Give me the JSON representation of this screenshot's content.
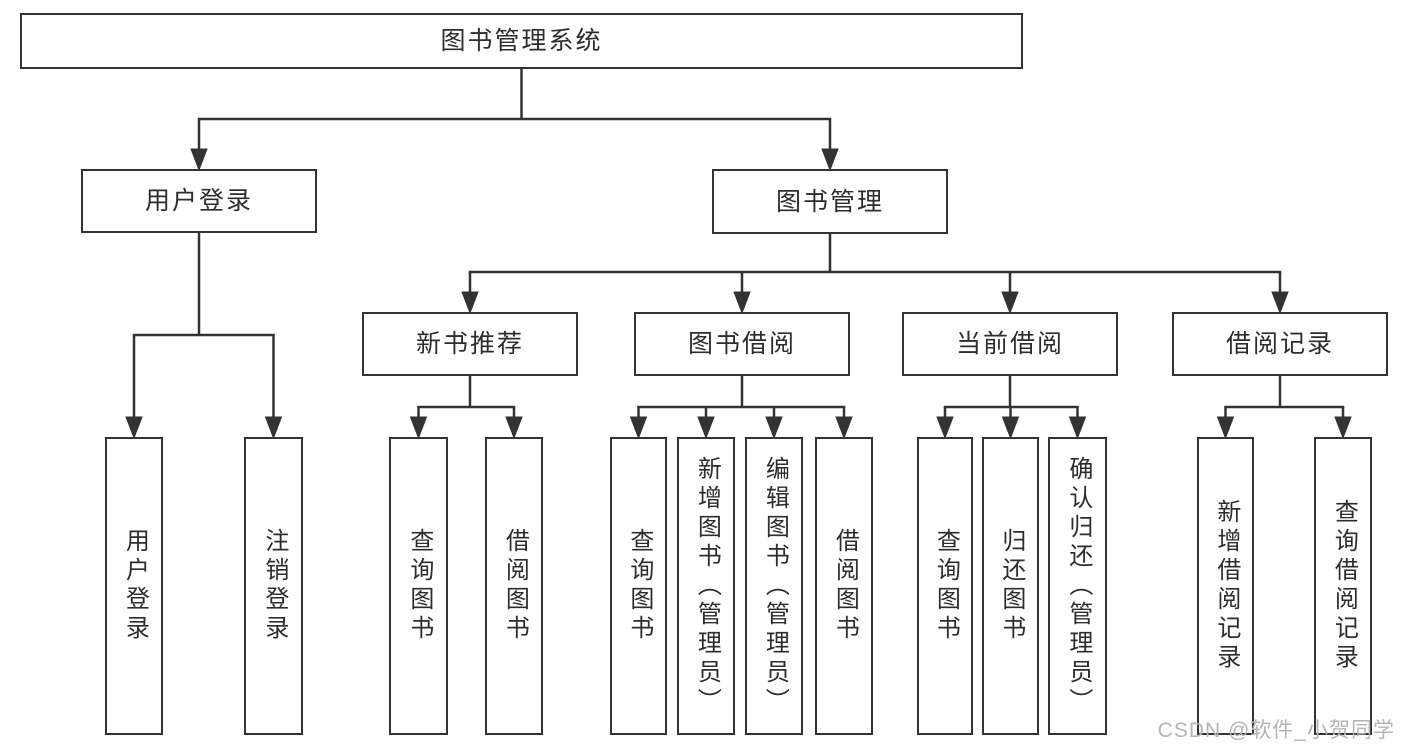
{
  "page": {
    "background": "#ffffff"
  },
  "colors": {
    "line": "#333333",
    "box_border": "#333333",
    "text": "#2d2d2d",
    "watermark": "#b4b4b4"
  },
  "watermark": {
    "text": "CSDN @软件_小贺同学"
  },
  "diagram": {
    "root": {
      "id": "root",
      "label": "图书管理系统",
      "children": [
        {
          "id": "user-login",
          "label": "用户登录",
          "children": [
            {
              "id": "leaf-user-login",
              "label": "用户登录",
              "vertical": true
            },
            {
              "id": "leaf-logout",
              "label": "注销登录",
              "vertical": true
            }
          ]
        },
        {
          "id": "book-mgmt",
          "label": "图书管理",
          "children": [
            {
              "id": "new-book-rec",
              "label": "新书推荐",
              "children": [
                {
                  "id": "nbr-query-book",
                  "label": "查询图书",
                  "vertical": true
                },
                {
                  "id": "nbr-borrow-book",
                  "label": "借阅图书",
                  "vertical": true
                }
              ]
            },
            {
              "id": "book-borrow",
              "label": "图书借阅",
              "children": [
                {
                  "id": "bb-query-book",
                  "label": "查询图书",
                  "vertical": true
                },
                {
                  "id": "bb-add-book",
                  "label": "新增图书（管理员）",
                  "vertical": true
                },
                {
                  "id": "bb-edit-book",
                  "label": "编辑图书（管理员）",
                  "vertical": true
                },
                {
                  "id": "bb-borrow-book",
                  "label": "借阅图书",
                  "vertical": true
                }
              ]
            },
            {
              "id": "current-borrow",
              "label": "当前借阅",
              "children": [
                {
                  "id": "cb-query-book",
                  "label": "查询图书",
                  "vertical": true
                },
                {
                  "id": "cb-return-book",
                  "label": "归还图书",
                  "vertical": true
                },
                {
                  "id": "cb-confirm-return",
                  "label": "确认归还（管理员）",
                  "vertical": true
                }
              ]
            },
            {
              "id": "borrow-records",
              "label": "借阅记录",
              "children": [
                {
                  "id": "br-add-record",
                  "label": "新增借阅记录",
                  "vertical": true
                },
                {
                  "id": "br-query-record",
                  "label": "查询借阅记录",
                  "vertical": true
                }
              ]
            }
          ]
        }
      ]
    }
  }
}
